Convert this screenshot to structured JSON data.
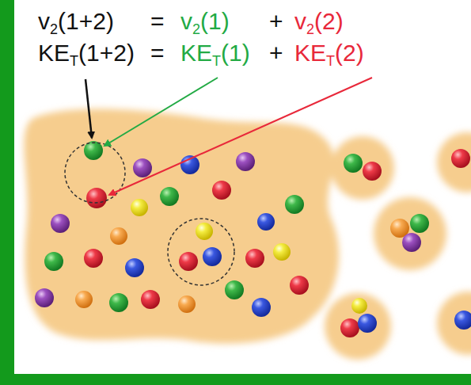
{
  "diagram": {
    "labels": [
      "v",
      "2",
      "(1+2)",
      "=",
      "v",
      "2",
      "(1)",
      "+",
      "v",
      "2",
      "(2)",
      "KE",
      "T",
      "(1+2)",
      "=",
      "KE",
      "T",
      "(1)",
      "+",
      "KE",
      "T",
      "(2)"
    ]
  }
}
